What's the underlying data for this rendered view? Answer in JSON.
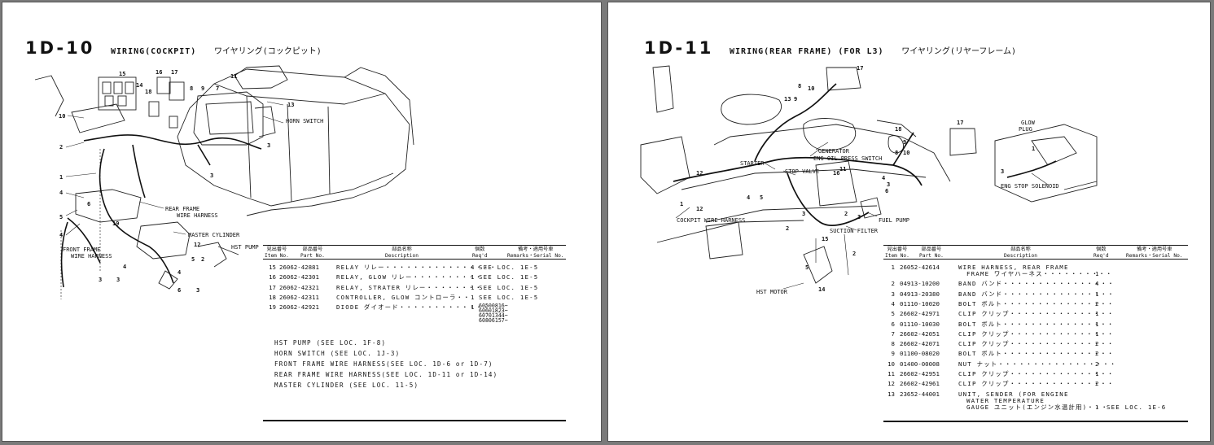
{
  "left": {
    "code": "1D-10",
    "title": "WIRING(COCKPIT)",
    "title_jp": "ワイヤリング(コックピット)",
    "labels": {
      "horn_switch": "HORN SWITCH",
      "rear_frame": "REAR FRAME",
      "wire_harness": "WIRE HARNESS",
      "master_cylinder": "MASTER CYLINDER",
      "hst_pump": "HST PUMP",
      "front_frame": "FRONT FRAME",
      "front_wire_harness": "WIRE HARNESS"
    },
    "table": {
      "headers": {
        "item_jp": "見出番号",
        "item": "Item No.",
        "part_jp": "部品番号",
        "part": "Part No.",
        "desc_jp": "部品名称",
        "desc": "Description",
        "req_jp": "個数",
        "req": "Req'd",
        "remarks_jp": "備考・適用号車",
        "remarks": "Remarks・Serial No."
      },
      "rows": [
        {
          "item": "15",
          "part": "26062-42881",
          "desc": "RELAY リレー・・・・・・・・・・・・・・・・",
          "req": "4",
          "remarks": "SEE LOC. 1E-5"
        },
        {
          "item": "16",
          "part": "26062-42301",
          "desc": "RELAY, GLOW リレー・・・・・・・・・・",
          "req": "1",
          "remarks": "SEE LOC. 1E-5"
        },
        {
          "item": "17",
          "part": "26062-42321",
          "desc": "RELAY, STRATER リレー・・・・・・・・",
          "req": "1",
          "remarks": "SEE LOC. 1E-5"
        },
        {
          "item": "18",
          "part": "26062-42311",
          "desc": "CONTROLLER, GLOW コントローラ・・",
          "req": "1",
          "remarks": "SEE LOC. 1E-5"
        },
        {
          "item": "19",
          "part": "26062-42921",
          "desc": "DIODE ダイオード・・・・・・・・・・・・・",
          "req": "1",
          "remarks": "",
          "serials": [
            "60500816~",
            "60601823~",
            "60701344~",
            "60806157~"
          ]
        }
      ]
    },
    "notes": [
      "HST PUMP (SEE LOC. 1F-8)",
      "HORN SWITCH (SEE LOC. 1J-3)",
      "FRONT FRAME WIRE HARNESS(SEE LOC. 1D-6 or 1D-7)",
      "REAR FRAME WIRE HARNESS(SEE LOC. 1D-11 or 1D-14)",
      "MASTER CYLINDER (SEE LOC. 11-5)"
    ]
  },
  "right": {
    "code": "1D-11",
    "title": "WIRING(REAR FRAME) (FOR L3)",
    "title_jp": "ワイヤリング(リヤーフレーム)",
    "labels": {
      "generator": "GENERATOR",
      "eng_oil_press_switch": "ENG OIL PRESS SWITCH",
      "starter": "STARTER",
      "stop_valve": "STOP VALVE",
      "cockpit_wire_harness": "COCKPIT WIRE HARNESS",
      "suction_filter": "SUCTION FILTER",
      "fuel_pump": "FUEL PUMP",
      "hst_motor": "HST MOTOR",
      "glow": "GLOW",
      "plug": "PLUG",
      "eng_stop_solenoid": "ENG STOP SOLENOID"
    },
    "table": {
      "headers": {
        "item_jp": "見出番号",
        "item": "Item No.",
        "part_jp": "部品番号",
        "part": "Part No.",
        "desc_jp": "部品名称",
        "desc": "Description",
        "req_jp": "個数",
        "req": "Req'd",
        "remarks_jp": "備考・適用号車",
        "remarks": "Remarks・Serial No."
      },
      "rows": [
        {
          "item": "1",
          "part": "26052-42614",
          "desc": "WIRE HARNESS, REAR FRAME",
          "desc2": "FRAME ワイヤハーネス・・・・・・・・・・",
          "req": "1",
          "remarks": ""
        },
        {
          "item": "2",
          "part": "04913-10200",
          "desc": "BAND バンド・・・・・・・・・・・・・・・・",
          "req": "4",
          "remarks": ""
        },
        {
          "item": "3",
          "part": "04913-20380",
          "desc": "BAND バンド・・・・・・・・・・・・・・・・",
          "req": "1",
          "remarks": ""
        },
        {
          "item": "4",
          "part": "01110-10020",
          "desc": "BOLT ボルト・・・・・・・・・・・・・・・・",
          "req": "2",
          "remarks": ""
        },
        {
          "item": "5",
          "part": "26602-42971",
          "desc": "CLIP クリップ・・・・・・・・・・・・・・・",
          "req": "1",
          "remarks": ""
        },
        {
          "item": "6",
          "part": "01110-10030",
          "desc": "BOLT ボルト・・・・・・・・・・・・・・・・",
          "req": "1",
          "remarks": ""
        },
        {
          "item": "7",
          "part": "26602-42051",
          "desc": "CLIP クリップ・・・・・・・・・・・・・・・",
          "req": "1",
          "remarks": ""
        },
        {
          "item": "8",
          "part": "26602-42071",
          "desc": "CLIP クリップ・・・・・・・・・・・・・・・",
          "req": "2",
          "remarks": ""
        },
        {
          "item": "9",
          "part": "01100-08020",
          "desc": "BOLT ボルト・・・・・・・・・・・・・・・・",
          "req": "2",
          "remarks": ""
        },
        {
          "item": "10",
          "part": "01400-00008",
          "desc": "NUT ナット・・・・・・・・・・・・・・・・・",
          "req": "2",
          "remarks": ""
        },
        {
          "item": "11",
          "part": "26602-42951",
          "desc": "CLIP クリップ・・・・・・・・・・・・・・・",
          "req": "1",
          "remarks": ""
        },
        {
          "item": "12",
          "part": "26602-42961",
          "desc": "CLIP クリップ・・・・・・・・・・・・・・・",
          "req": "2",
          "remarks": ""
        },
        {
          "item": "13",
          "part": "23652-44001",
          "desc": "UNIT, SENDER (FOR ENGINE",
          "desc2": "WATER TEMPERATURE",
          "desc3": "GAUGE ユニット(エンジン水温計用)・・・",
          "req": "1",
          "remarks": "SEE LOC. 1E-6"
        }
      ]
    }
  }
}
